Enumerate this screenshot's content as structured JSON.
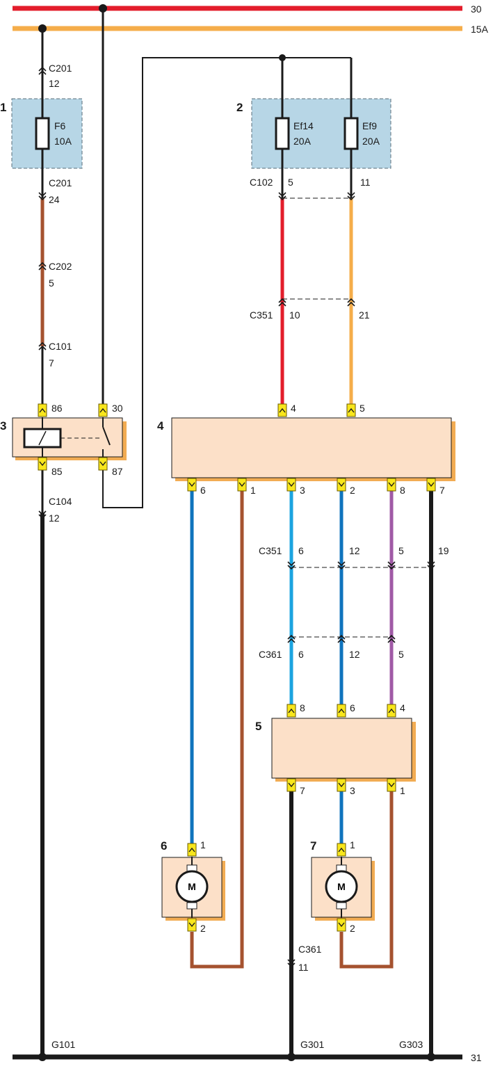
{
  "rails": {
    "top_30": "30",
    "top_15a": "15A",
    "bottom_31": "31"
  },
  "colors": {
    "red": "#e31d2b",
    "orange": "#f5ad4a",
    "brown": "#a5522f",
    "black": "#1a1a1a",
    "light_blue": "#1ba4e0",
    "dark_blue": "#0f74bd",
    "violet": "#a05aa6",
    "fuse_box": "#b7d6e6",
    "module": "#fce0c8",
    "module_shadow": "#f2ac53",
    "pin": "#f8e61c"
  },
  "components": {
    "c1": "1",
    "c2": "2",
    "c3": "3",
    "c4": "4",
    "c5": "5",
    "c6": "6",
    "c7": "7"
  },
  "fuses": {
    "f6_name": "F6",
    "f6_rating": "10A",
    "ef14_name": "Ef14",
    "ef14_rating": "20A",
    "ef9_name": "Ef9",
    "ef9_rating": "20A"
  },
  "motor_label": "M",
  "connectors": {
    "c201": "C201",
    "c202": "C202",
    "c101": "C101",
    "c104": "C104",
    "c102": "C102",
    "c351": "C351",
    "c361": "C361"
  },
  "pins": {
    "p_12": "12",
    "p_24": "24",
    "p_5": "5",
    "p_7": "7",
    "p_86": "86",
    "p_30": "30",
    "p_85": "85",
    "p_87": "87",
    "p_10": "10",
    "p_21": "21",
    "p_11": "11",
    "p_4": "4",
    "p_6": "6",
    "p_1": "1",
    "p_3": "3",
    "p_2": "2",
    "p_8": "8",
    "p_19": "19"
  },
  "grounds": {
    "g101": "G101",
    "g301": "G301",
    "g303": "G303"
  }
}
